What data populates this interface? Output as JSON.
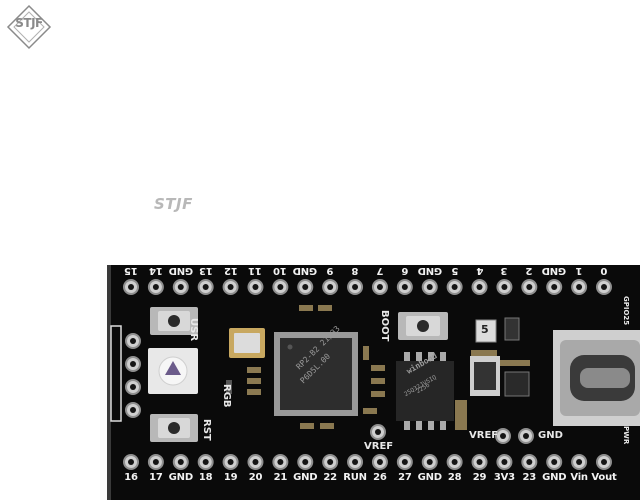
{
  "logo": {
    "text": "STJF"
  },
  "watermark": "STJF",
  "board": {
    "top_pins": [
      "15",
      "14",
      "GND",
      "13",
      "12",
      "11",
      "10",
      "GND",
      "9",
      "8",
      "7",
      "6",
      "GND",
      "5",
      "4",
      "3",
      "2",
      "GND",
      "1",
      "0"
    ],
    "bottom_pins": [
      "16",
      "17",
      "GND",
      "18",
      "19",
      "20",
      "21",
      "GND",
      "22",
      "RUN",
      "26",
      "27",
      "GND",
      "28",
      "29",
      "3V3",
      "23",
      "GND",
      "Vin",
      "Vout"
    ],
    "silkscreen": {
      "usr": "USR",
      "rgb": "RGB",
      "rst": "RST",
      "boot": "BOOT",
      "vref_left": "VREF",
      "vref_right": "VREF",
      "gnd": "GND",
      "led_number": "5",
      "gpio25": "GPIO25",
      "pwr": "PWR"
    },
    "chips": {
      "mcu_line1": "RP2-B2 21/33",
      "mcu_line2": "P6D5L.00",
      "flash_brand": "winbond",
      "flash_line1": "25Q32JVSIQ",
      "flash_line2": "2256"
    }
  }
}
